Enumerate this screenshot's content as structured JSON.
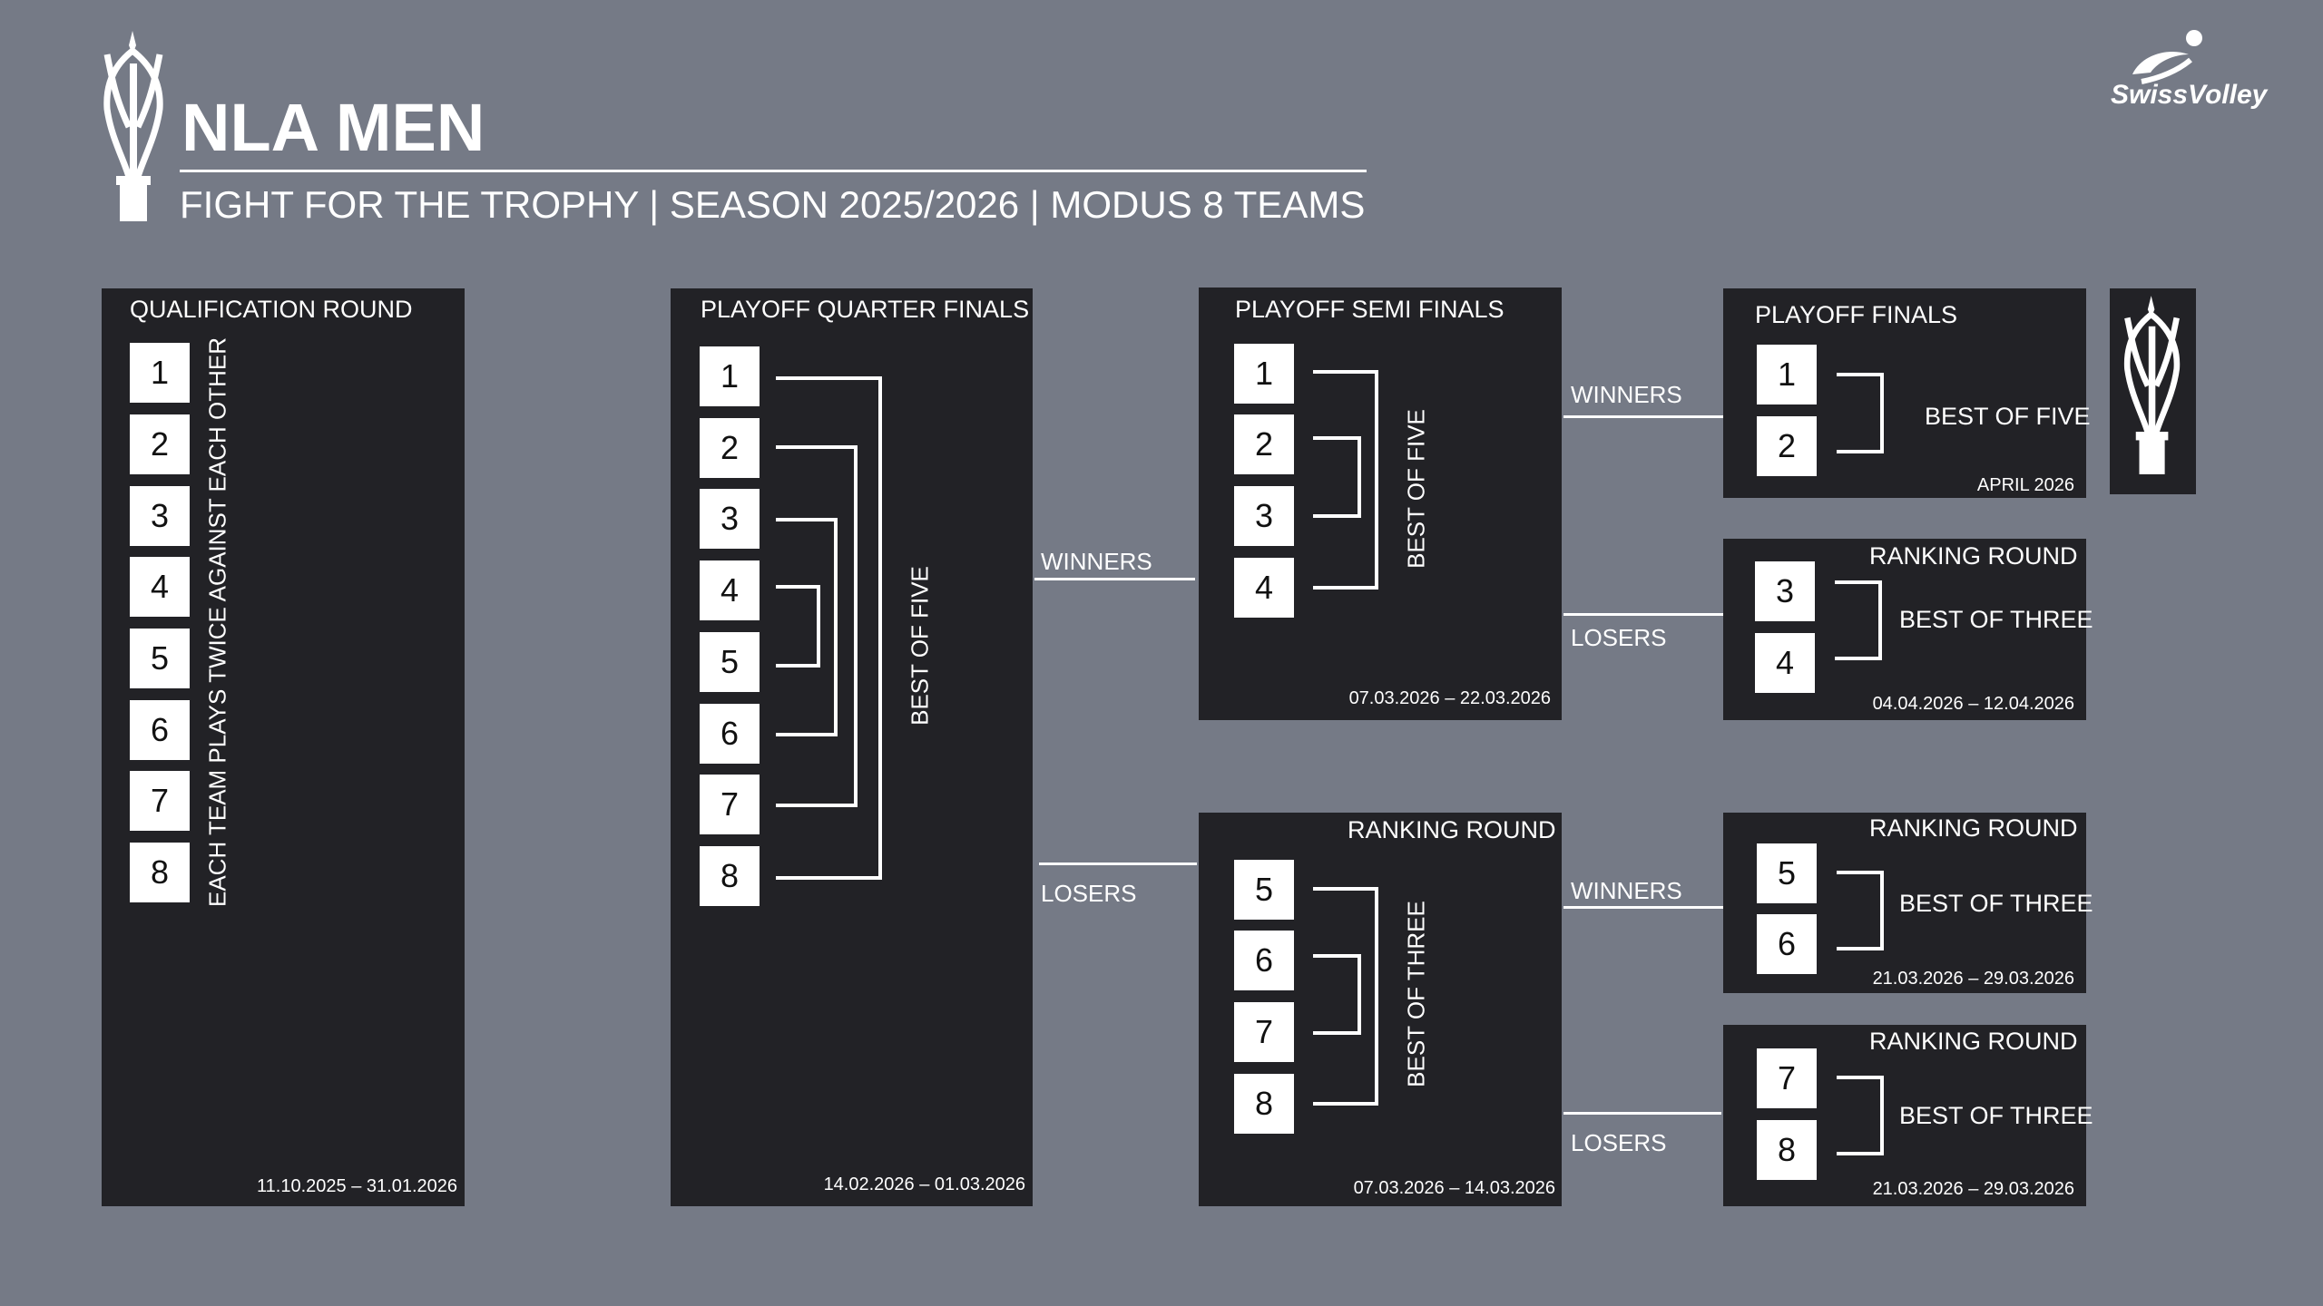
{
  "header": {
    "title": "NLA MEN",
    "subtitle": "FIGHT FOR THE TROPHY | SEASON 2025/2026 | MODUS 8 TEAMS",
    "logo_text": "SwissVolley"
  },
  "qualification": {
    "title": "QUALIFICATION ROUND",
    "seeds": [
      "1",
      "2",
      "3",
      "4",
      "5",
      "6",
      "7",
      "8"
    ],
    "note": "EACH TEAM PLAYS TWICE AGAINST EACH OTHER",
    "dates": "11.10.2025 – 31.01.2026"
  },
  "quarter_finals": {
    "title": "PLAYOFF QUARTER FINALS",
    "seeds": [
      "1",
      "2",
      "3",
      "4",
      "5",
      "6",
      "7",
      "8"
    ],
    "format": "BEST OF FIVE",
    "dates": "14.02.2026 – 01.03.2026"
  },
  "connectors": {
    "winners": "WINNERS",
    "losers": "LOSERS"
  },
  "semi_finals": {
    "title": "PLAYOFF SEMI FINALS",
    "seeds": [
      "1",
      "2",
      "3",
      "4"
    ],
    "format": "BEST OF FIVE",
    "dates": "07.03.2026 – 22.03.2026"
  },
  "ranking_5_8": {
    "title": "RANKING ROUND",
    "seeds": [
      "5",
      "6",
      "7",
      "8"
    ],
    "format": "BEST OF THREE",
    "dates": "07.03.2026 – 14.03.2026"
  },
  "finals": {
    "title": "PLAYOFF FINALS",
    "seeds": [
      "1",
      "2"
    ],
    "format": "BEST OF FIVE",
    "dates": "APRIL 2026"
  },
  "ranking_3_4": {
    "title": "RANKING ROUND",
    "seeds": [
      "3",
      "4"
    ],
    "format": "BEST OF THREE",
    "dates": "04.04.2026 – 12.04.2026"
  },
  "ranking_5_6": {
    "title": "RANKING ROUND",
    "seeds": [
      "5",
      "6"
    ],
    "format": "BEST OF THREE",
    "dates": "21.03.2026 – 29.03.2026"
  },
  "ranking_7_8": {
    "title": "RANKING ROUND",
    "seeds": [
      "7",
      "8"
    ],
    "format": "BEST OF THREE",
    "dates": "21.03.2026 – 29.03.2026"
  },
  "colors": {
    "background": "#757a86",
    "panel": "#222226",
    "seed_box": "#ffffff",
    "text": "#ffffff"
  }
}
